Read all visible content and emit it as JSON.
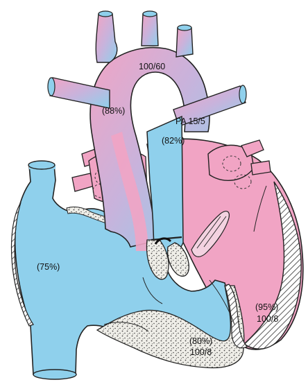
{
  "colors": {
    "deoxygenated_blood": "#8fd0ec",
    "oxygenated_blood": "#f1a4c4",
    "outline": "#222222",
    "muscle_stipple": "#e9e7df",
    "background": "#ffffff"
  },
  "labels": {
    "aorta_pressure": "100/60",
    "aorta_saturation": "(88%)",
    "pulmonary_artery_pressure": "PA 15/5",
    "pulmonary_artery_saturation": "(82%)",
    "right_atrium_saturation": "(75%)",
    "right_ventricle_saturation": "(80%)",
    "right_ventricle_pressure": "100/8",
    "left_ventricle_saturation": "(95%)",
    "left_ventricle_pressure": "100/8"
  }
}
